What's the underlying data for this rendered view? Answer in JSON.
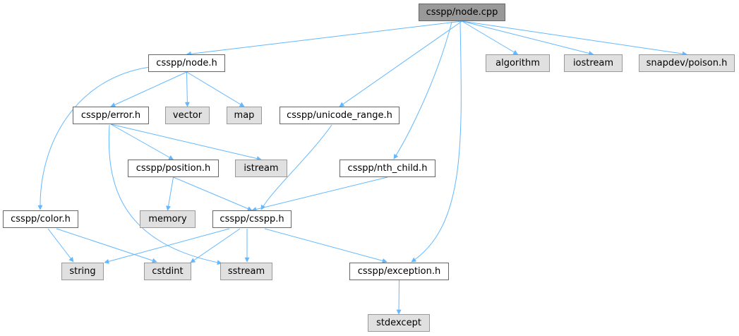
{
  "diagram": {
    "nodes": [
      {
        "id": "node_cpp",
        "label": "csspp/node.cpp",
        "kind": "main"
      },
      {
        "id": "node_h",
        "label": "csspp/node.h",
        "kind": "local"
      },
      {
        "id": "algorithm",
        "label": "algorithm",
        "kind": "system"
      },
      {
        "id": "iostream",
        "label": "iostream",
        "kind": "system"
      },
      {
        "id": "poison_h",
        "label": "snapdev/poison.h",
        "kind": "system"
      },
      {
        "id": "error_h",
        "label": "csspp/error.h",
        "kind": "local"
      },
      {
        "id": "vector",
        "label": "vector",
        "kind": "system"
      },
      {
        "id": "map",
        "label": "map",
        "kind": "system"
      },
      {
        "id": "unicode_range_h",
        "label": "csspp/unicode_range.h",
        "kind": "local"
      },
      {
        "id": "position_h",
        "label": "csspp/position.h",
        "kind": "local"
      },
      {
        "id": "istream",
        "label": "istream",
        "kind": "system"
      },
      {
        "id": "nth_child_h",
        "label": "csspp/nth_child.h",
        "kind": "local"
      },
      {
        "id": "color_h",
        "label": "csspp/color.h",
        "kind": "local"
      },
      {
        "id": "memory",
        "label": "memory",
        "kind": "system"
      },
      {
        "id": "csspp_h",
        "label": "csspp/csspp.h",
        "kind": "local"
      },
      {
        "id": "string",
        "label": "string",
        "kind": "system"
      },
      {
        "id": "cstdint",
        "label": "cstdint",
        "kind": "system"
      },
      {
        "id": "sstream",
        "label": "sstream",
        "kind": "system"
      },
      {
        "id": "exception_h",
        "label": "csspp/exception.h",
        "kind": "local"
      },
      {
        "id": "stdexcept",
        "label": "stdexcept",
        "kind": "system"
      }
    ],
    "edges": [
      [
        "node_cpp",
        "node_h"
      ],
      [
        "node_cpp",
        "algorithm"
      ],
      [
        "node_cpp",
        "iostream"
      ],
      [
        "node_cpp",
        "poison_h"
      ],
      [
        "node_cpp",
        "unicode_range_h"
      ],
      [
        "node_cpp",
        "nth_child_h"
      ],
      [
        "node_cpp",
        "exception_h"
      ],
      [
        "node_h",
        "error_h"
      ],
      [
        "node_h",
        "vector"
      ],
      [
        "node_h",
        "map"
      ],
      [
        "node_h",
        "color_h"
      ],
      [
        "error_h",
        "position_h"
      ],
      [
        "error_h",
        "istream"
      ],
      [
        "error_h",
        "sstream"
      ],
      [
        "unicode_range_h",
        "csspp_h"
      ],
      [
        "nth_child_h",
        "csspp_h"
      ],
      [
        "position_h",
        "memory"
      ],
      [
        "position_h",
        "csspp_h"
      ],
      [
        "color_h",
        "string"
      ],
      [
        "color_h",
        "cstdint"
      ],
      [
        "csspp_h",
        "string"
      ],
      [
        "csspp_h",
        "cstdint"
      ],
      [
        "csspp_h",
        "sstream"
      ],
      [
        "csspp_h",
        "exception_h"
      ],
      [
        "exception_h",
        "stdexcept"
      ]
    ],
    "colors": {
      "edge": "#63b8ff",
      "main_fill": "#999999",
      "local_fill": "#ffffff",
      "system_fill": "#e0e0e0",
      "border": "#666666",
      "system_border": "#999999"
    }
  }
}
